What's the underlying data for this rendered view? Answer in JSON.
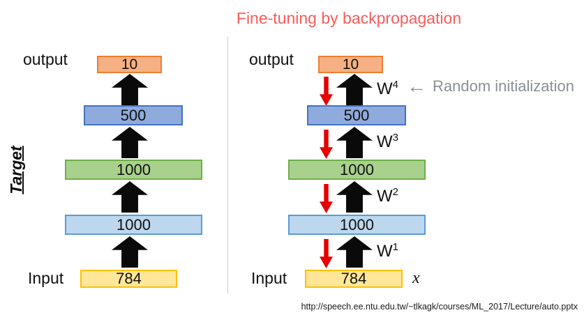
{
  "title": "Fine-tuning by backpropagation",
  "colors": {
    "title_text": "#f85c5c",
    "orange_fill": "#f5b183",
    "orange_border": "#ed7d31",
    "blue_fill": "#8faadc",
    "blue_border": "#4472c4",
    "green_fill": "#a9d18e",
    "green_border": "#70ad47",
    "lightblue_fill": "#bdd7ee",
    "lightblue_border": "#5b9bd5",
    "yellow_fill": "#ffe699",
    "yellow_border": "#ffc000",
    "black_arrow": "#0a0a0a",
    "red_arrow": "#e60000",
    "annotation_text": "#8a8f96",
    "divider": "#c9c9c9"
  },
  "left_network": {
    "target_label": "Target",
    "output_label": "output",
    "input_label": "Input",
    "layers": [
      "10",
      "500",
      "1000",
      "1000",
      "784"
    ]
  },
  "right_network": {
    "output_label": "output",
    "input_label": "Input",
    "x_label": "x",
    "layers": [
      "10",
      "500",
      "1000",
      "1000",
      "784"
    ],
    "weights": [
      {
        "base": "W",
        "sup": "4"
      },
      {
        "base": "W",
        "sup": "3"
      },
      {
        "base": "W",
        "sup": "2"
      },
      {
        "base": "W",
        "sup": "1"
      }
    ],
    "annotation": {
      "arrow": "←",
      "text": "Random initialization"
    }
  },
  "footer": {
    "url": "http://speech.ee.ntu.edu.tw/~tlkagk/courses/ML_2017/Lecture/auto.pptx"
  }
}
